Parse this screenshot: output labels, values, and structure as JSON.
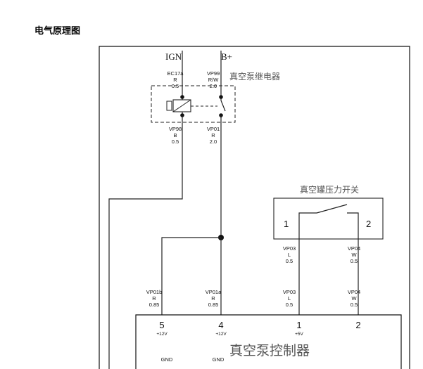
{
  "title": "电气原理图",
  "supply": {
    "ign": "IGN",
    "bplus": "B+"
  },
  "relay": {
    "name": "真空泵继电器",
    "pin_top_left": {
      "code": "EC17a",
      "color": "R",
      "size": "0.5"
    },
    "pin_top_right": {
      "code": "VP99",
      "color": "R/W",
      "size": "2.0"
    },
    "pin_bottom_left": {
      "code": "VP98",
      "color": "B",
      "size": "0.5"
    },
    "pin_bottom_right": {
      "code": "VP01",
      "color": "R",
      "size": "2.0"
    }
  },
  "pressure_switch": {
    "name": "真空罐压力开关",
    "pin1": "1",
    "pin2": "2",
    "wire1": {
      "code": "VP03",
      "color": "L",
      "size": "0.5"
    },
    "wire2": {
      "code": "VP04",
      "color": "W",
      "size": "0.5"
    }
  },
  "controller": {
    "name": "真空泵控制器",
    "wires": [
      {
        "code": "VP01b",
        "color": "R",
        "size": "0.85"
      },
      {
        "code": "VP01a",
        "color": "R",
        "size": "0.85"
      },
      {
        "code": "VP03",
        "color": "L",
        "size": "0.5"
      },
      {
        "code": "VP04",
        "color": "W",
        "size": "0.5"
      }
    ],
    "pins": [
      {
        "num": "5",
        "sub": "+12V"
      },
      {
        "num": "4",
        "sub": "+12V"
      },
      {
        "num": "1",
        "sub": "+5V"
      },
      {
        "num": "2",
        "sub": ""
      }
    ],
    "gnd_labels": [
      "GND",
      "GND"
    ]
  }
}
